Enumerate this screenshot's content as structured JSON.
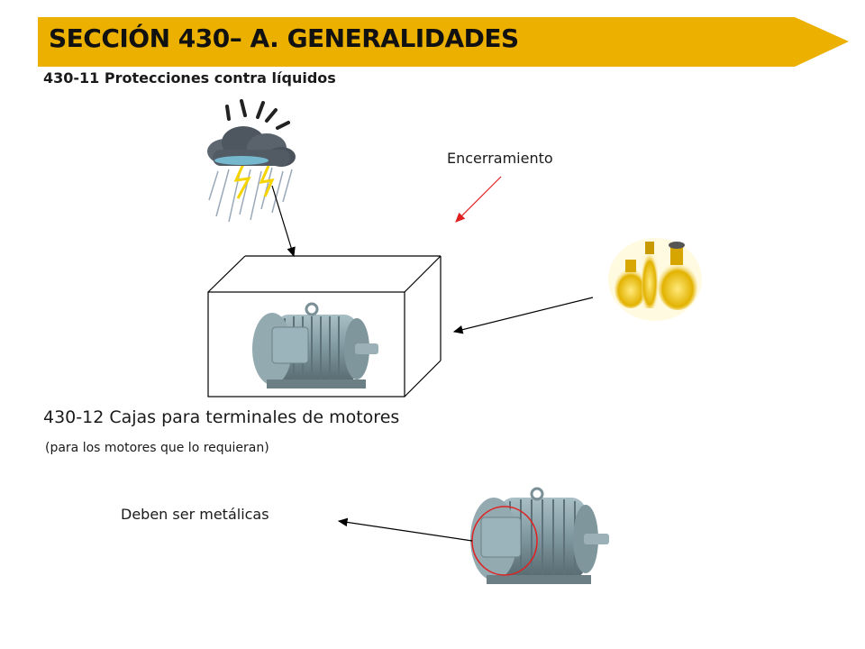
{
  "header": {
    "title": "SECCIÓN 430– A. GENERALIDADES",
    "banner_color": "#EBB000"
  },
  "section_1": {
    "heading": "430-11 Protecciones contra líquidos",
    "enclosure_label": "Encerramiento"
  },
  "section_2": {
    "heading": "430-12 Cajas para terminales de motores",
    "note": "(para los motores que lo requieran)",
    "metal_label": "Deben ser metálicas"
  },
  "illustrations": {
    "rain_cloud": "rain-cloud-icon",
    "oil_bottles": "oil-bottles-icon",
    "motor": "electric-motor-icon",
    "highlight_color": "#E02020",
    "red_arrow_color": "#E02020"
  }
}
